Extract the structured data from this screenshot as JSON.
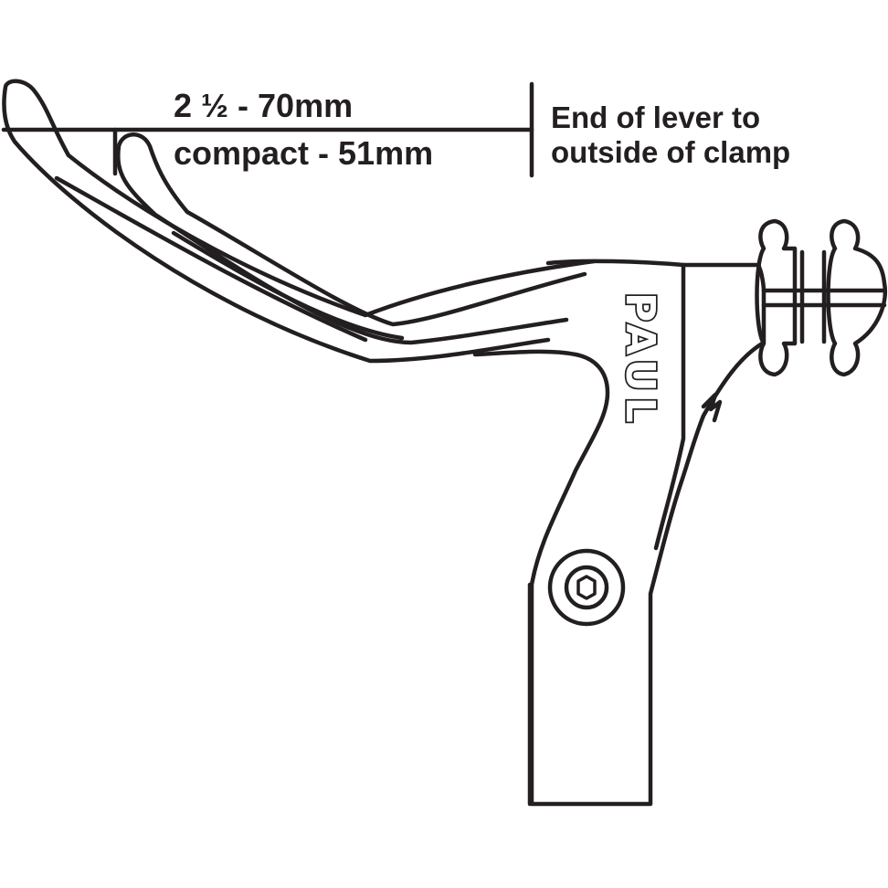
{
  "measurements": {
    "standard": "2 ½ - 70mm",
    "compact": "compact - 51mm"
  },
  "note": {
    "line1": "End of lever to",
    "line2": "outside of clamp"
  },
  "brand": "PAUL",
  "colors": {
    "ink": "#231f20",
    "background": "#ffffff"
  }
}
